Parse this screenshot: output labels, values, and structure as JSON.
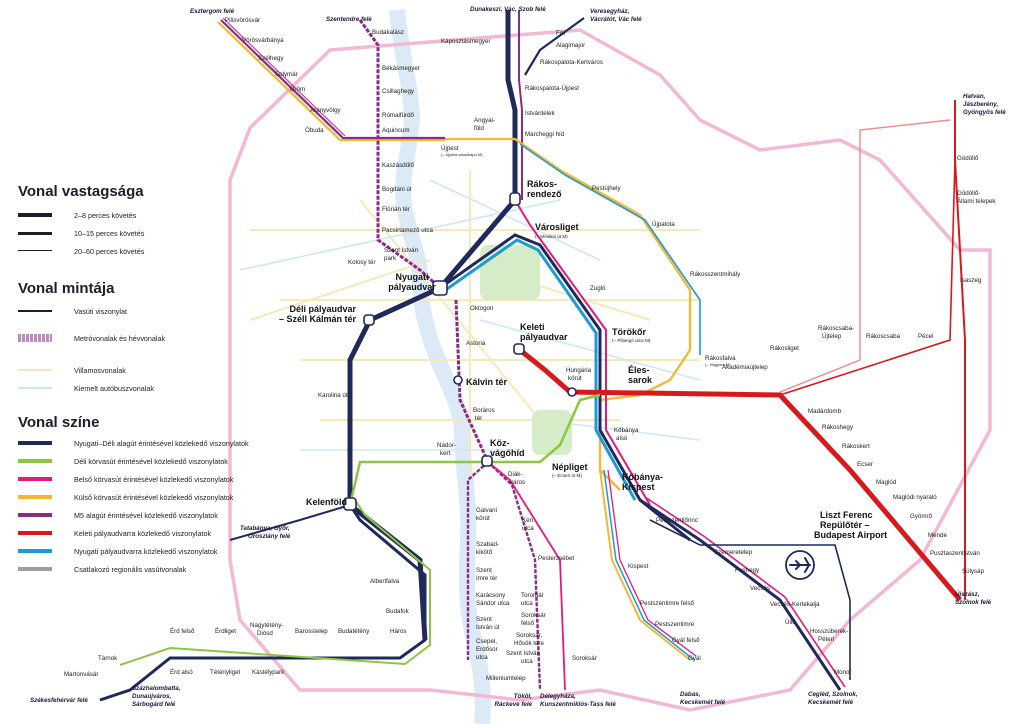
{
  "legend": {
    "thickness_title": "Vonal vastagsága",
    "thickness": [
      {
        "label": "2–8 perces követés"
      },
      {
        "label": "10–15 perces követés"
      },
      {
        "label": "20–60 perces követés"
      }
    ],
    "pattern_title": "Vonal mintája",
    "pattern": [
      {
        "label": "Vasúti viszonylat"
      },
      {
        "label": "Metróvonalak és hévvonalak"
      },
      {
        "label": "Villamosvonalak"
      },
      {
        "label": "Kiemelt autóbuszvonalak"
      }
    ],
    "color_title": "Vonal színe",
    "colors": [
      {
        "label": "Nyugati–Déli alagút érintésével közlekedő viszonylatok",
        "color": "#1f2a5a"
      },
      {
        "label": "Déli körvasút érintésével közlekedő viszonylatok",
        "color": "#8dc63f"
      },
      {
        "label": "Belső körvasút érintésével közlekedő viszonylatok",
        "color": "#e6197f"
      },
      {
        "label": "Külső körvasút érintésével közlekedő viszonylatok",
        "color": "#f4b731"
      },
      {
        "label": "M5 alagút érintésével közlekedő viszonylatok",
        "color": "#8a2b85"
      },
      {
        "label": "Keleti pályaudvarra közlekedő viszonylatok",
        "color": "#d7191c"
      },
      {
        "label": "Nyugati pályaudvarra közlekedő viszonylatok",
        "color": "#1b9ad6"
      },
      {
        "label": "Csatlakozó regionális vasútvonalak",
        "color": "#9e9e9e"
      }
    ]
  },
  "directions": {
    "esztergom": "Esztergom felé",
    "szentendre": "Szentendre felé",
    "dunakeszi": "Dunakeszi, Vác, Szob felé",
    "veresegyhaz1": "Veresegyház,",
    "veresegyhaz2": "Vácrátót, Vác felé",
    "hatvan1": "Hatvan,",
    "hatvan2": "Jászberény,",
    "hatvan3": "Gyöngyös felé",
    "ujszasz1": "Újszász,",
    "ujszasz2": "Szolnok felé",
    "cegled1": "Cegléd, Szolnok,",
    "cegled2": "Kecskemét felé",
    "dabas1": "Dabas,",
    "dabas2": "Kecskemét felé",
    "delegyhaza1": "Délegyháza,",
    "delegyhaza2": "Kunszentmiklós-Tass felé",
    "takol1": "Tököl,",
    "takol2": "Ráckeve felé",
    "szazhalom1": "Százhalombatta,",
    "szazhalom2": "Dunaújváros,",
    "szazhalom3": "Sárbogárd felé",
    "szekesfehervar": "Székesfehérvár felé",
    "tatabanya1": "Tatabánya, Győr,",
    "tatabanya2": "Oroszlány felé"
  },
  "major": {
    "nyugati1": "Nyugati",
    "nyugati2": "pályaudvar",
    "deli1": "Déli pályaudvar",
    "deli2": "– Széll Kálmán tér",
    "keleti1": "Keleti",
    "keleti2": "pályaudvar",
    "kalvin": "Kálvin tér",
    "kozvagohid1": "Köz-",
    "kozvagohid2": "vágóhíd",
    "kelenfold": "Kelenföld",
    "rakosrendezo1": "Rákos-",
    "rakosrendezo2": "rendező",
    "varosliget": "Városliget",
    "varosliget_sub": "(– Mexikói út M)",
    "torokor": "Törökőr",
    "torokor_sub": "(– Pillangó utca M)",
    "elessarok1": "Éles-",
    "elessarok2": "sarok",
    "nepliget": "Népliget",
    "nepliget_sub": "(– Ecseri út M)",
    "kobanya1": "Kőbánya-",
    "kobanya2": "Kispest",
    "airport1": "Liszt Ferenc",
    "airport2": "Repülőtér –",
    "airport3": "Budapest Airport"
  },
  "stations": {
    "pilisvorosvar": "Pilisvörösvár",
    "vorosvarbanya": "Vörösvárbánya",
    "szellhegy": "Szélhegy",
    "solymar": "Solymár",
    "urom": "Üröm",
    "aranyvolgy": "Aranyvölgy",
    "obuda": "Óbuda",
    "budakalasz": "Budakalász",
    "bekasmegyer": "Békásmegyer",
    "csillaghegy": "Csillaghegy",
    "romaifurdo": "Rómaifürdő",
    "aquincum": "Aquincum",
    "kaszasdulo": "Kaszásdűlő",
    "bogdaniut": "Bogdáni út",
    "florianter": "Flórián tér",
    "pacsirtamezo": "Pacsirtamező utca",
    "szentistvanpark1": "Szent István",
    "szentistvanpark2": "park",
    "kolosyter": "Kolosy tér",
    "ujpest": "Újpest",
    "ujpest_sub": "(– Újpest-városkapu M)",
    "angyalfold1": "Angyal-",
    "angyalfold2": "föld",
    "kaposztasmegyer": "Káposztásmegyer",
    "fot": "Fót",
    "alagimajor": "Alagimajor",
    "rakospalotakertvaros": "Rákospalota-Kertváros",
    "rakospalotaujpest": "Rákospalota-Újpest",
    "istvantelek": "Istvántelek",
    "marcheggihid": "Marcheggi híd",
    "pestujhely": "Pestújhely",
    "ujpalota": "Újpalota",
    "rakosszentmihaly": "Rákosszentmihály",
    "zuglo": "Zugló",
    "oktogon": "Oktogon",
    "astoria": "Astoria",
    "hungariakorut1": "Hungária",
    "hungariakorut2": "körút",
    "rakosfalva": "Rákosfalva",
    "rakosfalva_sub": "(– Hagyma M)",
    "akademiaujtelep": "Akadémiaújtelep",
    "rakosliget": "Rákosliget",
    "rakoscsabaujtelep1": "Rákoscsaba-",
    "rakoscsabaujtelep2": "Újtelep",
    "rakoscsaba": "Rákoscsaba",
    "pecel": "Pécel",
    "godollo": "Gödöllő",
    "godolloallami1": "Gödöllő-",
    "godolloallami2": "Állami telepek",
    "isaszeg": "Isaszeg",
    "madardomb": "Madárdomb",
    "rakoshegy": "Rákoshegy",
    "rakoskert": "Rákoskert",
    "ecser": "Ecser",
    "maglod": "Maglód",
    "maglodnyaralo": "Maglódi nyaraló",
    "gyomro": "Gyömrő",
    "mende": "Mende",
    "pusztaszentistvan": "Pusztaszentistván",
    "sulysap": "Sülysáp",
    "borosster1": "Boráros",
    "borosster2": "tér",
    "nadorkert1": "Nádor-",
    "nadorkert2": "kert",
    "karolinaut": "Karolina út",
    "kobanyaalso1": "Kőbánya",
    "kobanyaalso2": "alsó",
    "diakvaros1": "Diák-",
    "diakvaros2": "város",
    "galvanikorut1": "Galvani",
    "galvanikorut2": "körút",
    "kenutca1": "Kén",
    "kenutca2": "utca",
    "szabadkikoto1": "Szabad-",
    "szabadkikoto2": "kikötő",
    "pesterzsebet": "Pesterzsébet",
    "szentimreter1": "Szent",
    "szentimreter2": "Imre tér",
    "karacsony1": "Karácsony",
    "karacsony2": "Sándor utca",
    "szentistvanut1": "Szent",
    "szentistvanut2": "István út",
    "csepel1": "Csepel,",
    "csepel2": "Erdősor",
    "csepel3": "utca",
    "torontal1": "Torontál",
    "torontal2": "utca",
    "soroksarfelso1": "Soroksár",
    "soroksarfelso2": "felső",
    "soroksarhosok1": "Soroksár,",
    "soroksarhosok2": "Hősök tere",
    "szentistvanutca1": "Szent István",
    "szentistvanutca2": "utca",
    "milleniumtelep": "Milleniumtelep",
    "soroksar": "Soroksár",
    "pestszentlorinc": "Pestszentlőrinc",
    "szemeretelep": "Szemeretelep",
    "ferihegy": "Ferihegy",
    "vecses": "Vecsés",
    "vecseskertekalja": "Vecsés-Kertekalja",
    "ullo": "Üllő",
    "hosszuberek1": "Hosszúberek-",
    "hosszuberek2": "Péteri",
    "monor": "Monor",
    "kispest": "Kispest",
    "pestszentimrefelso": "Pestszentimre felső",
    "pestszentimre": "Pestszentimre",
    "gyalfelso": "Gyál felső",
    "gyal": "Gyál",
    "albertfalva": "Albertfalva",
    "budafok": "Budafok",
    "haros": "Háros",
    "budateteny": "Budatétény",
    "barosstelep": "Barosstelep",
    "nagyteteny1": "Nagytétény-",
    "nagyteteny2": "Diósd",
    "erdliget": "Érdliget",
    "erdfelso": "Érd felső",
    "erdalso": "Érd alsó",
    "tetenyliget": "Tétényliget",
    "kastelypark": "Kastélypark",
    "tarnok": "Tárnok",
    "martonvasar": "Martonvásár"
  }
}
